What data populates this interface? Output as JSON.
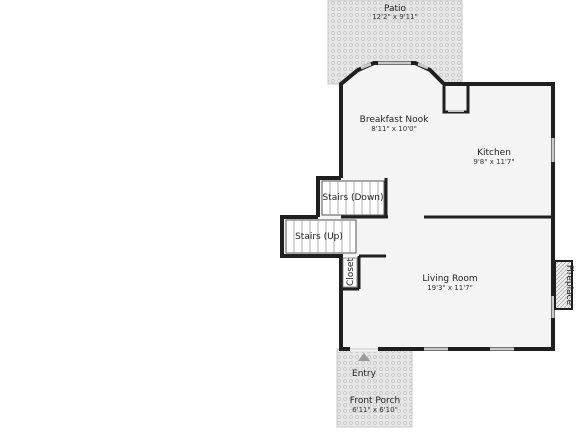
{
  "rooms": {
    "patio": {
      "name": "Patio",
      "dims": "12'2\" x 9'11\""
    },
    "breakfast_nook": {
      "name": "Breakfast Nook",
      "dims": "8'11\" x 10'0\""
    },
    "kitchen": {
      "name": "Kitchen",
      "dims": "9'8\" x 11'7\""
    },
    "stairs_down": {
      "name": "Stairs (Down)"
    },
    "stairs_up": {
      "name": "Stairs (Up)"
    },
    "closet": {
      "name": "Closet"
    },
    "living_room": {
      "name": "Living Room",
      "dims": "19'3\" x 11'7\""
    },
    "fireplace": {
      "name": "Fireplace"
    },
    "entry": {
      "name": "Entry"
    },
    "front_porch": {
      "name": "Front Porch",
      "dims": "6'11\" x 6'10\""
    }
  },
  "colors": {
    "wall": "#1f1f1f",
    "floor": "#f4f4f4",
    "outdoor": "#e4e4e4",
    "window": "#c9c9c9",
    "entry_arrow": "#9a9a9a"
  }
}
